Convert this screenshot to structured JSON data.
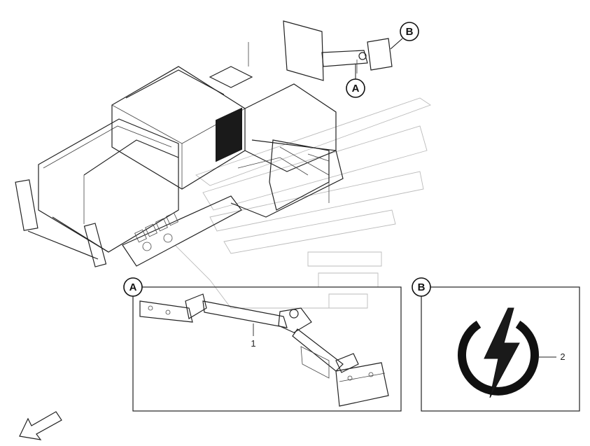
{
  "callouts": {
    "a_label": "A",
    "b_label": "B"
  },
  "details": {
    "a_title": "A",
    "b_title": "B",
    "part_1": "1",
    "part_2": "2"
  },
  "icons": {
    "power_symbol": "power-icon",
    "direction_arrow": "arrow-down-left-icon"
  }
}
